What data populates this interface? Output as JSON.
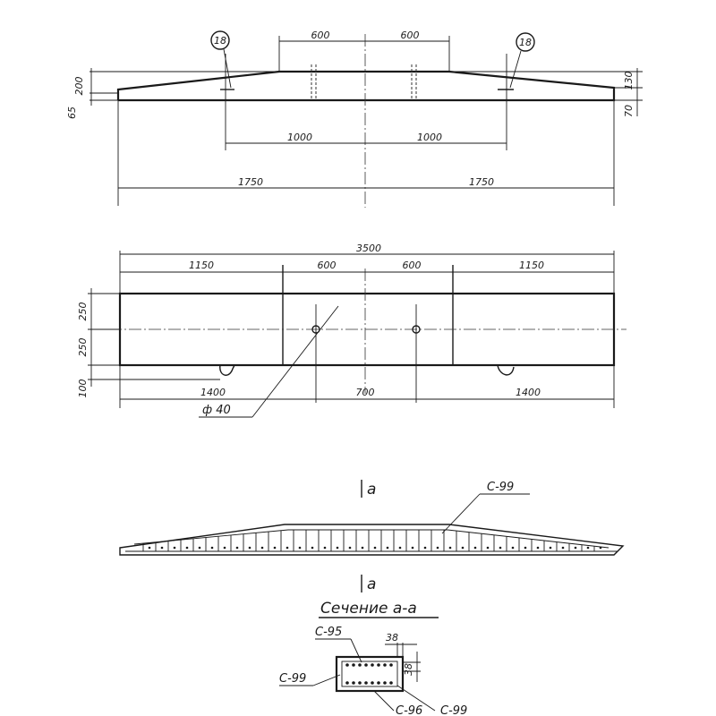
{
  "elevation": {
    "callouts": [
      "18",
      "18"
    ],
    "top_dims": [
      "600",
      "600"
    ],
    "left_dims": [
      "200",
      "65"
    ],
    "right_dims": [
      "130",
      "70"
    ],
    "mid_dims": [
      "1000",
      "1000"
    ],
    "bottom_dims": [
      "1750",
      "1750"
    ]
  },
  "plan": {
    "overall": "3500",
    "segments": [
      "1150",
      "600",
      "600",
      "1150"
    ],
    "left_dims": [
      "250",
      "250",
      "100"
    ],
    "bottom_dims": [
      "1400",
      "700",
      "1400"
    ],
    "hole_label": "ф 40"
  },
  "reinforcement": {
    "section_mark_top": "a",
    "section_mark_bottom": "a",
    "label": "С-99"
  },
  "section": {
    "title": "Сечение а-а",
    "labels": [
      "С-95",
      "С-99",
      "С-96",
      "С-99"
    ],
    "dims": [
      "38",
      "38"
    ]
  }
}
